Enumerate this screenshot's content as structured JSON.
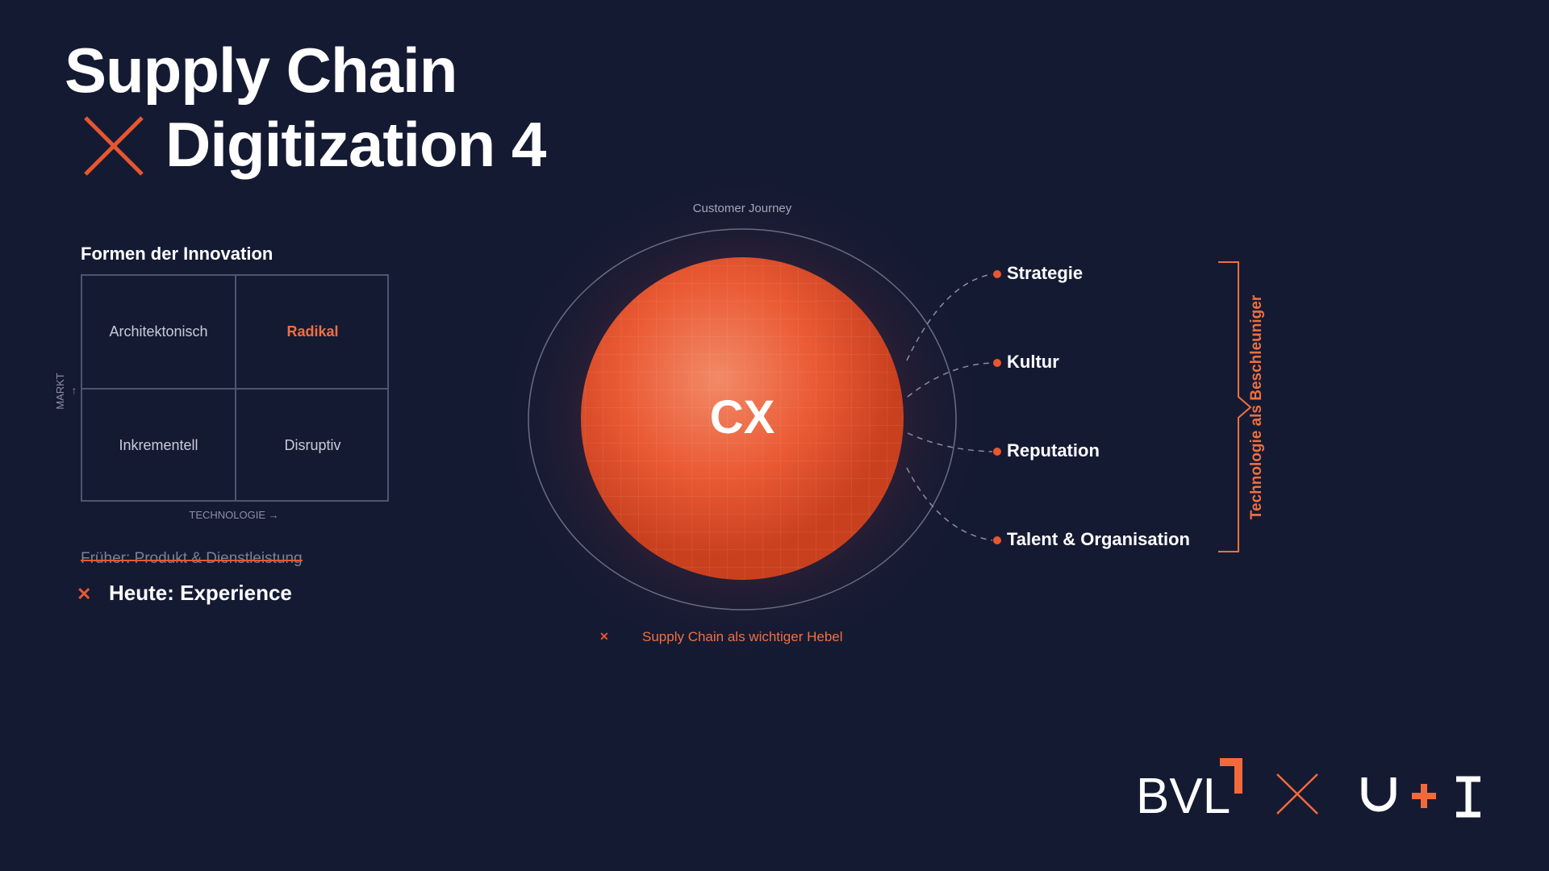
{
  "title": {
    "line1": "Supply Chain",
    "line2": "Digitization 4"
  },
  "innovation": {
    "heading": "Formen der Innovation",
    "cells": [
      "Architektonisch",
      "Radikal",
      "Inkrementell",
      "Disruptiv"
    ],
    "y_axis": "MARKT →",
    "x_axis": "TECHNOLOGIE →",
    "before": "Früher: Produkt & Dienstleistung",
    "today": "Heute: Experience"
  },
  "diagram": {
    "ring_label": "Customer Journey",
    "center": "CX",
    "factors": [
      "Strategie",
      "Kultur",
      "Reputation",
      "Talent & Organisation"
    ],
    "bracket_label": "Technologie als Beschleuniger",
    "footnote": "Supply Chain als wichtiger Hebel"
  },
  "logos": {
    "bvl": "BVL",
    "ui": "U+I"
  },
  "colors": {
    "background": "#151a33",
    "accent": "#e8572f"
  }
}
